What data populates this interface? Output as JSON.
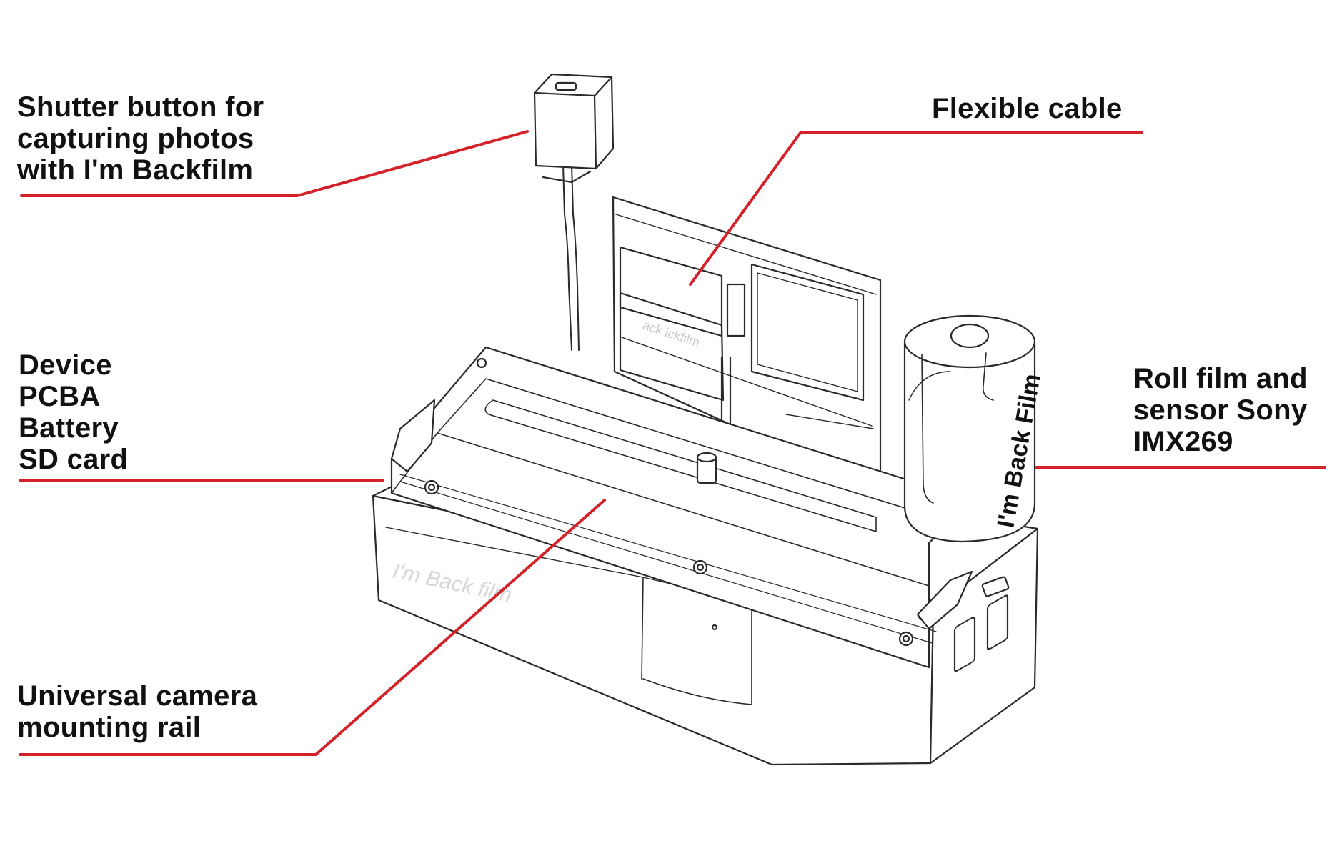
{
  "callouts": {
    "shutter": {
      "lines": [
        "Shutter button for",
        "capturing photos",
        "with I'm Backfilm"
      ]
    },
    "cable": {
      "lines": [
        "Flexible cable"
      ]
    },
    "device": {
      "lines": [
        "Device",
        "PCBA",
        "Battery",
        "SD card"
      ]
    },
    "roll": {
      "lines": [
        "Roll film and",
        "sensor Sony",
        "IMX269"
      ]
    },
    "rail": {
      "lines": [
        "Universal camera",
        "mounting rail"
      ]
    }
  },
  "product_marks": {
    "base_logo": "I'm Back film",
    "canister_logo": "I'm Back Film",
    "plate_text": "ack ickfilm"
  },
  "colors": {
    "leader_line": "#d3222a",
    "drawing_stroke": "#2a2a2a",
    "text": "#111111"
  }
}
